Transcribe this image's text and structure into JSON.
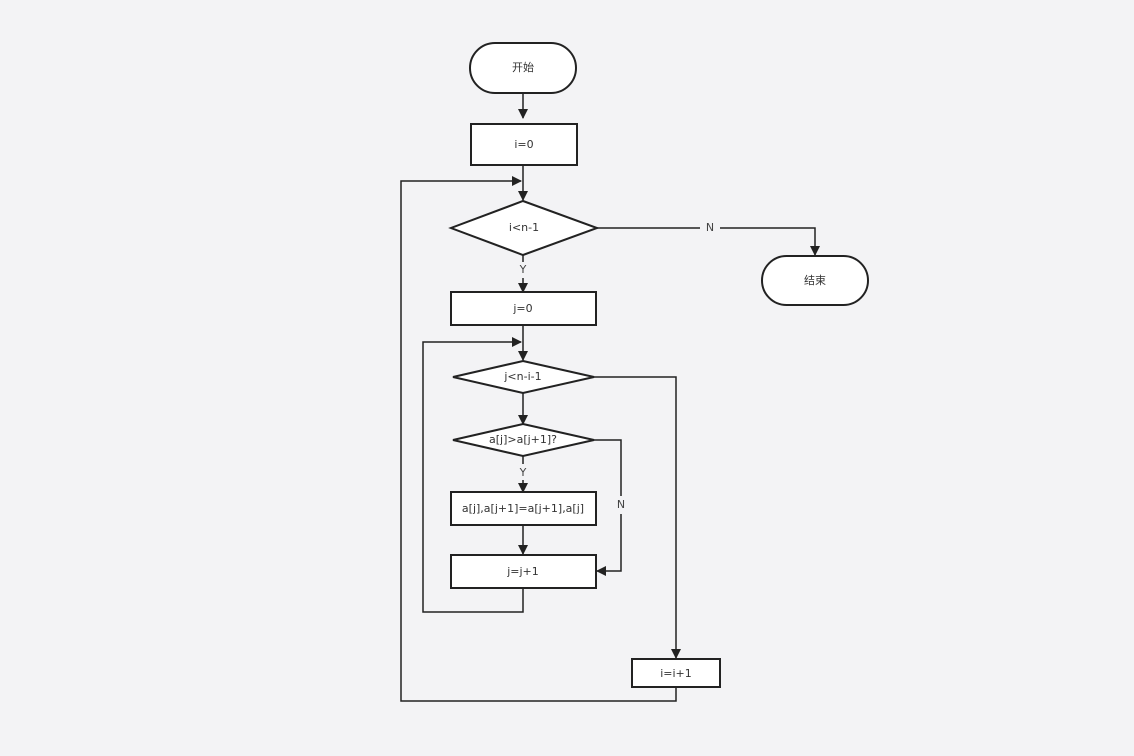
{
  "diagram": {
    "nodes": {
      "start": "开始",
      "init_i": "i=0",
      "cond_outer": "i<n-1",
      "end": "结束",
      "init_j": "j=0",
      "cond_inner": "j<n-i-1",
      "cond_compare": "a[j]>a[j+1]?",
      "swap": "a[j],a[j+1]=a[j+1],a[j]",
      "inc_j": "j=j+1",
      "inc_i": "i=i+1"
    },
    "edge_labels": {
      "outer_no": "N",
      "outer_yes": "Y",
      "compare_yes": "Y",
      "compare_no": "N"
    },
    "colors": {
      "background": "#f3f3f5",
      "stroke": "#222222",
      "fill": "#ffffff"
    }
  }
}
